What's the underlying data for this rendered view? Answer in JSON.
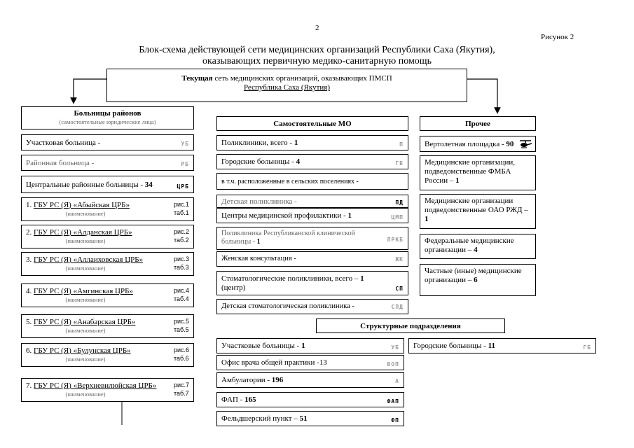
{
  "page_number": "2",
  "figure_label": "Рисунок 2",
  "title_line1": "Блок-схема действующей сети медицинских организаций Республики Саха (Якутия),",
  "title_line2": "оказывающих первичную медико-санитарную помощь",
  "top_box": {
    "bold": "Текущая",
    "rest": " сеть медицинских организаций, оказывающих ПМСП",
    "line2": "Республика Саха (Якутия)"
  },
  "col1": {
    "header_title": "Больницы районов",
    "header_sub": "(самостоятельные юридические лица)",
    "items": [
      {
        "label": "Участковая больница -",
        "code": "УБ"
      },
      {
        "label": "Районная больница -",
        "code": "РБ"
      },
      {
        "label": "Центральные районные больницы - ",
        "value": "34",
        "code": "ЦРБ"
      }
    ],
    "crb": [
      {
        "num": "1. ",
        "name": "ГБУ РС (Я) «Абыйская ЦРБ»",
        "sub": "(наименование)",
        "fig": "рис.1",
        "tab": "таб.1"
      },
      {
        "num": "2. ",
        "name": "ГБУ РС (Я) «Алданская ЦРБ»",
        "sub": "(наименование)",
        "fig": "рис.2",
        "tab": "таб.2"
      },
      {
        "num": "3. ",
        "name": "ГБУ РС (Я) «Аллаиховская ЦРБ»",
        "sub": "(наименование)",
        "fig": "рис.3",
        "tab": "таб.3"
      },
      {
        "num": "4. ",
        "name": "ГБУ РС (Я)  «Амгинская ЦРБ»",
        "sub": "(наименование)",
        "fig": "рис.4",
        "tab": "таб.4"
      },
      {
        "num": "5. ",
        "name": "ГБУ РС (Я) «Анабарская ЦРБ»",
        "sub": "(наименование)",
        "fig": "рис.5",
        "tab": "таб.5"
      },
      {
        "num": "6. ",
        "name": "ГБУ РС (Я) «Булунская  ЦРБ»",
        "sub": "(наименование)",
        "fig": "рис.6",
        "tab": "таб.6"
      },
      {
        "num": "7. ",
        "name": "ГБУ РС (Я) «Верхневилюйская ЦРБ»",
        "sub": "(наименование)",
        "fig": "рис.7",
        "tab": "таб.7"
      }
    ]
  },
  "col2": {
    "header": "Самостоятельные МО",
    "items": [
      {
        "label": "Поликлиники, всего - ",
        "value": "1",
        "code": "П"
      },
      {
        "label": "Городские больницы - ",
        "value": "4",
        "code": "ГБ"
      },
      {
        "label": "в т.ч. расположенные в сельских поселениях -",
        "code": ""
      },
      {
        "label": "Детская поликлиника -",
        "code": "ПД"
      },
      {
        "label": "Центры медицинской профилактики - ",
        "value": "1",
        "code": "ЦМП"
      },
      {
        "label": "Поликлиника Республиканской клинической больницы - ",
        "value": "1",
        "code": "ПРКБ"
      },
      {
        "label": "Женская консультация -",
        "code": "ЖК"
      },
      {
        "label": "Стоматологические поликлиники, всего – ",
        "value": "1",
        "label2": "(центр)",
        "code": "СП"
      },
      {
        "label": "Детская стоматологическая поликлиника -",
        "code": "СПД"
      }
    ]
  },
  "col3": {
    "header": "Прочее",
    "heliport_label": "Вертолетная площадка - ",
    "heliport_value": "90",
    "items": [
      {
        "text": "Медицинские организации, подведомственные ФМБА России – ",
        "value": "1"
      },
      {
        "text": "Медицинские организации подведомственные ОАО РЖД – ",
        "value": "1"
      },
      {
        "text": "Федеральные медицинские организации – ",
        "value": "4"
      },
      {
        "text": "Частные (иные) медицинские организации – ",
        "value": "6"
      }
    ]
  },
  "struct": {
    "header": "Структурные подразделения",
    "items": [
      {
        "label": "Участковые больницы - ",
        "value": "1",
        "code": "УБ"
      },
      {
        "label": "Офис врача общей практики -13",
        "code": "ВОП"
      },
      {
        "label": "Амбулатории - ",
        "value": "196",
        "code": "А"
      },
      {
        "label": "ФАП - ",
        "value": "165",
        "code": "ФАП"
      },
      {
        "label": "Фельдшерский пункт – ",
        "value": "51",
        "code": "ФП"
      }
    ],
    "city_label": "Городские больницы - ",
    "city_value": "11",
    "city_code": "ГБ"
  }
}
